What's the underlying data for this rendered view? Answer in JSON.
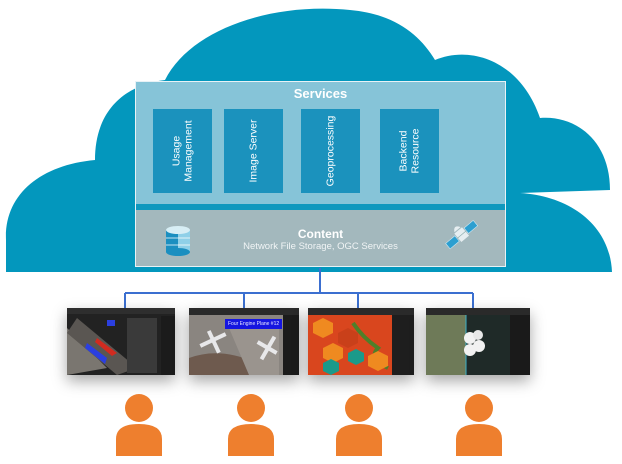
{
  "diagram": {
    "colors": {
      "cloud": "#0397bd",
      "services_bg": "#86c4d8",
      "service_box": "#1b92bd",
      "content_bg": "#a3b8bd",
      "connector": "#3b6fd0",
      "person": "#ee7f2e"
    },
    "services": {
      "title": "Services",
      "items": [
        {
          "label": "Usage\nManagement"
        },
        {
          "label": "Image Server"
        },
        {
          "label": "Geoprocessing"
        },
        {
          "label": "Backend\nResource"
        }
      ]
    },
    "content": {
      "title": "Content",
      "subtitle": "Network File Storage, OGC Services",
      "icons": [
        "database-icon",
        "satellite-icon"
      ]
    },
    "clients": [
      {
        "name": "client-1",
        "screenshot": "aerial-imagery-annotated"
      },
      {
        "name": "client-2",
        "screenshot": "airport-planes",
        "label": "Four Engine Plane #12"
      },
      {
        "name": "client-3",
        "screenshot": "hexbin-map"
      },
      {
        "name": "client-4",
        "screenshot": "swipe-compare-imagery"
      }
    ]
  }
}
